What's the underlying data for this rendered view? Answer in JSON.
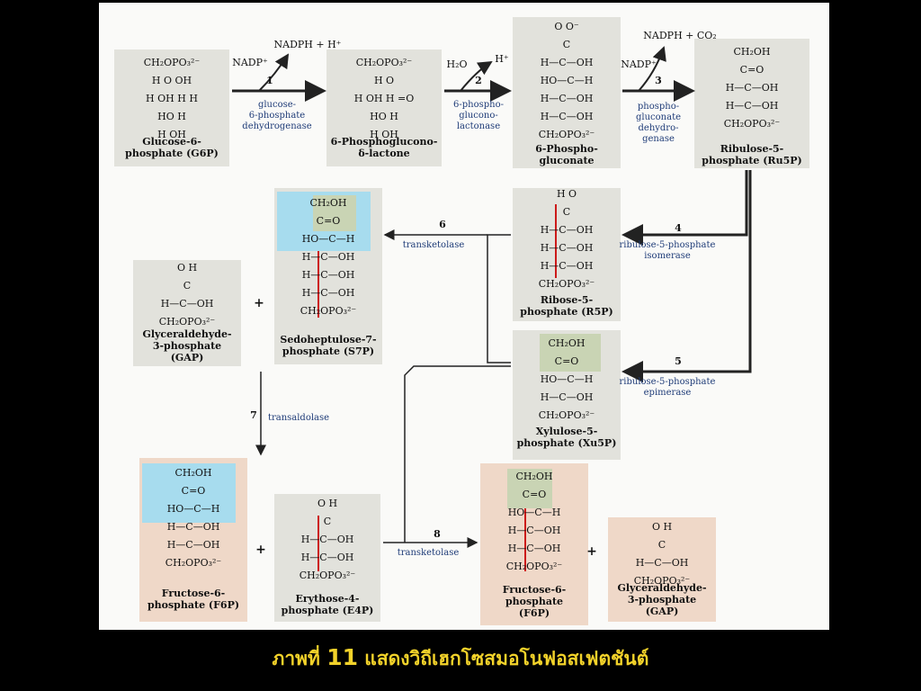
{
  "caption": {
    "prefix": "ภาพที่ ",
    "number": "11",
    "text": " แสดงวิถีเฮกโซสมอโนฟอสเฟตชันต์"
  },
  "colors": {
    "red": "#cc1a1a",
    "blue": "#1f3c78",
    "green": "#2a6e3a",
    "box": "#e2e2dc",
    "salmon": "#efd8c8",
    "cyan": "#a7dcee",
    "olive": "#c9d4b4"
  },
  "molecules": {
    "g6p": {
      "name": "Glucose-6-\nphosphate (G6P)",
      "lines": [
        "CH₂OPO₃²⁻",
        "H   O   OH",
        "H  OH  H   H",
        "HO    H",
        "H   OH"
      ]
    },
    "pgl": {
      "name": "6-Phosphoglucono-\nδ-lactone",
      "lines": [
        "CH₂OPO₃²⁻",
        "H   O",
        "H  OH   H   =O",
        "HO    H",
        "H   OH"
      ]
    },
    "pg6": {
      "name": "6-Phospho-\ngluconate",
      "lines": [
        "O    O⁻",
        "C",
        "H—C—OH",
        "HO—C—H",
        "H—C—OH",
        "H—C—OH",
        "CH₂OPO₃²⁻"
      ]
    },
    "ru5p": {
      "name": "Ribulose-5-\nphosphate (Ru5P)",
      "lines": [
        "CH₂OH",
        "C=O",
        "H—C—OH",
        "H—C—OH",
        "CH₂OPO₃²⁻"
      ]
    },
    "s7p": {
      "name": "Sedoheptulose-7-\nphosphate (S7P)",
      "lines": [
        "CH₂OH",
        "C=O",
        "HO—C—H",
        "H—C—OH",
        "H—C—OH",
        "H—C—OH",
        "CH₂OPO₃²⁻"
      ]
    },
    "r5p": {
      "name": "Ribose-5-\nphosphate (R5P)",
      "lines": [
        "H    O",
        "C",
        "H—C—OH",
        "H—C—OH",
        "H—C—OH",
        "CH₂OPO₃²⁻"
      ]
    },
    "gap1": {
      "name": "Glyceraldehyde-\n3-phosphate\n(GAP)",
      "lines": [
        "O    H",
        "C",
        "H—C—OH",
        "CH₂OPO₃²⁻"
      ]
    },
    "xu5p": {
      "name": "Xylulose-5-\nphosphate (Xu5P)",
      "lines": [
        "CH₂OH",
        "C=O",
        "HO—C—H",
        "H—C—OH",
        "CH₂OPO₃²⁻"
      ]
    },
    "f6p1": {
      "name": "Fructose-6-\nphosphate (F6P)",
      "lines": [
        "CH₂OH",
        "C=O",
        "HO—C—H",
        "H—C—OH",
        "H—C—OH",
        "CH₂OPO₃²⁻"
      ]
    },
    "e4p": {
      "name": "Erythose-4-\nphosphate (E4P)",
      "lines": [
        "O    H",
        "C",
        "H—C—OH",
        "H—C—OH",
        "CH₂OPO₃²⁻"
      ]
    },
    "f6p2": {
      "name": "Fructose-6-\nphosphate\n(F6P)",
      "lines": [
        "CH₂OH",
        "C=O",
        "HO—C—H",
        "H—C—OH",
        "H—C—OH",
        "CH₂OPO₃²⁻"
      ]
    },
    "gap2": {
      "name": "Glyceraldehyde-\n3-phosphate\n(GAP)",
      "lines": [
        "O    H",
        "C",
        "H—C—OH",
        "CH₂OPO₃²⁻"
      ]
    }
  },
  "steps": {
    "s1": {
      "num": "1",
      "enzyme": "glucose-\n6-phosphate\ndehydrogenase",
      "cofactor_in": "NADP⁺",
      "cofactor_out": "NADPH + H⁺"
    },
    "s2": {
      "num": "2",
      "enzyme": "6-phospho-\ngluconо-\nlactonase",
      "cofactor_in": "H₂O",
      "cofactor_out": "H⁺"
    },
    "s3": {
      "num": "3",
      "enzyme": "phospho-\ngluconate\ndehydro-\ngenase",
      "cofactor_in": "NADP⁺",
      "cofactor_out": "NADPH + CO₂"
    },
    "s4": {
      "num": "4",
      "enzyme": "ribulose-5-phosphate\nisomerase"
    },
    "s5": {
      "num": "5",
      "enzyme": "ribulose-5-phosphate\nepimerase"
    },
    "s6": {
      "num": "6",
      "enzyme": "transketolase"
    },
    "s7": {
      "num": "7",
      "enzyme": "transaldolase"
    },
    "s8": {
      "num": "8",
      "enzyme": "transketolase"
    }
  },
  "plus": "+"
}
